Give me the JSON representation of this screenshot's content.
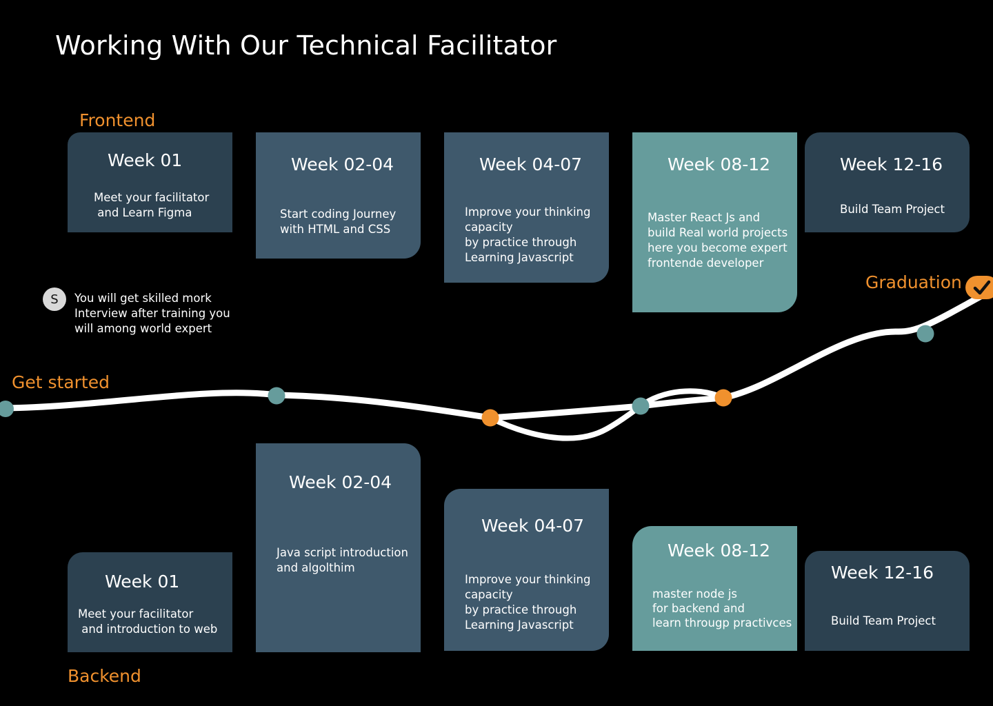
{
  "title": "Working With Our Technical Facilitator",
  "labels": {
    "frontend": "Frontend",
    "backend": "Backend",
    "get_started": "Get started",
    "graduation": "Graduation"
  },
  "note": {
    "avatar_letter": "S",
    "text": "You will get skilled mork\nInterview after training you\nwill among world expert"
  },
  "frontend": [
    {
      "week": "Week 01",
      "desc": "Meet your facilitator\n and Learn Figma"
    },
    {
      "week": "Week 02-04",
      "desc": "Start coding Journey\nwith HTML and CSS"
    },
    {
      "week": "Week 04-07",
      "desc": "Improve your thinking\ncapacity\nby practice through\nLearning Javascript"
    },
    {
      "week": "Week 08-12",
      "desc": "Master React Js and\nbuild Real world projects\nhere you become expert\nfrontende developer"
    },
    {
      "week": "Week 12-16",
      "desc": "Build Team Project"
    }
  ],
  "backend": [
    {
      "week": "Week 01",
      "desc": "Meet your facilitator\n and introduction to web"
    },
    {
      "week": "Week 02-04",
      "desc": "Java script introduction\nand algolthim"
    },
    {
      "week": "Week 04-07",
      "desc": "Improve your thinking\ncapacity\nby practice through\nLearning Javascript"
    },
    {
      "week": "Week 08-12",
      "desc": "master node js\nfor backend and\nlearn througp practivces"
    },
    {
      "week": "Week 12-16",
      "desc": "Build Team Project"
    }
  ],
  "colors": {
    "background": "#000000",
    "accent": "#f0912e",
    "card_dark": "#2c4150",
    "card_mid": "#3f596c",
    "card_teal": "#669c9c",
    "node_teal": "#669c9c",
    "road": "#ffffff"
  },
  "icons": {
    "graduation_marker": "check-icon"
  }
}
